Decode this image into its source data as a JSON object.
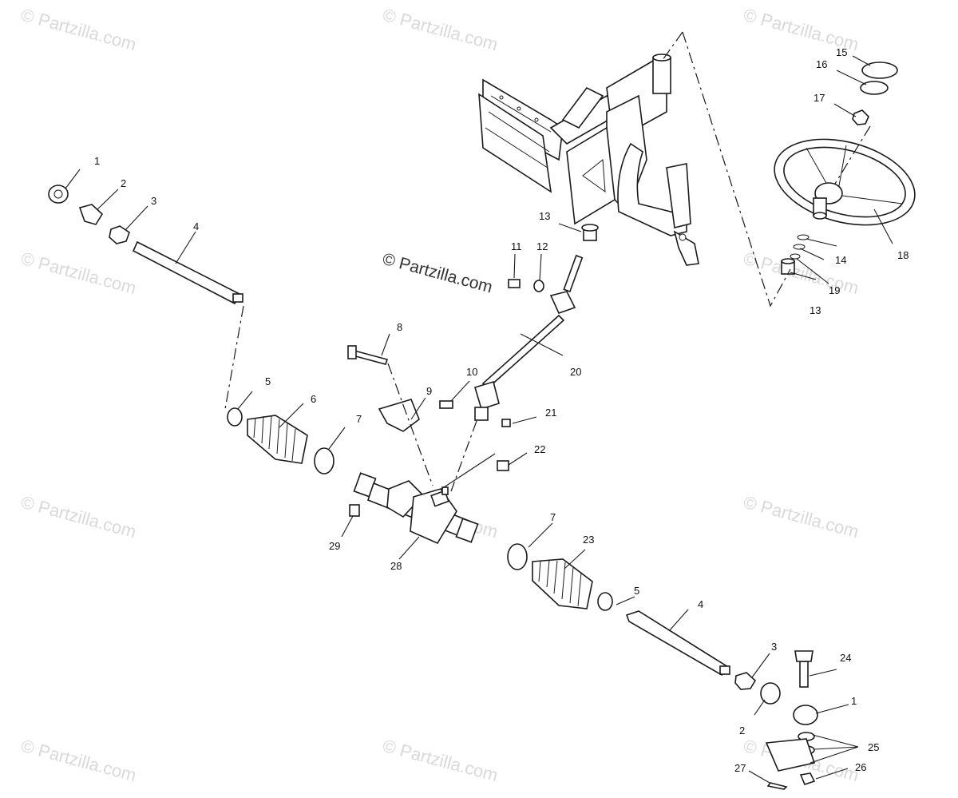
{
  "watermark": "© Partzilla.com",
  "center_watermark": "© Partzilla.com",
  "callouts": [
    "1",
    "2",
    "3",
    "4",
    "5",
    "6",
    "7",
    "8",
    "9",
    "10",
    "11",
    "12",
    "13",
    "14",
    "15",
    "16",
    "17",
    "18",
    "19",
    "20",
    "21",
    "22",
    "23",
    "24",
    "25",
    "26",
    "27",
    "28",
    "29"
  ],
  "colors": {
    "line": "#1a1a1a",
    "watermark": "#d9d9d9",
    "background": "#ffffff"
  }
}
